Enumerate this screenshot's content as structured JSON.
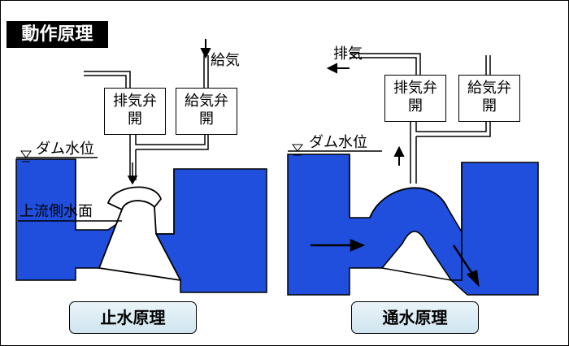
{
  "title": "動作原理",
  "left_panel": {
    "caption": "止水原理",
    "supply_label": "給気",
    "exhaust_valve": {
      "line1": "排気弁",
      "line2": "開"
    },
    "supply_valve": {
      "line1": "給気弁",
      "line2": "開"
    },
    "dam_level_label": "ダム水位",
    "upstream_surface_label": "上流側水面"
  },
  "right_panel": {
    "caption": "通水原理",
    "exhaust_label": "排気",
    "exhaust_valve": {
      "line1": "排気弁",
      "line2": "開"
    },
    "supply_valve": {
      "line1": "給気弁",
      "line2": "開"
    },
    "dam_level_label": "ダム水位"
  },
  "colors": {
    "water": "#1f4fdc",
    "line": "#000000",
    "background": "#ffffff"
  }
}
